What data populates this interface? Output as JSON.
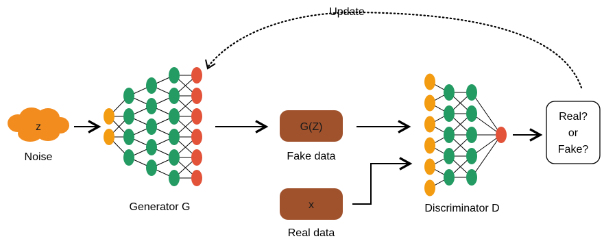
{
  "labels": {
    "update": "Update",
    "noise_z": "z",
    "noise": "Noise",
    "generator": "Generator G",
    "gz": "G(Z)",
    "fake_data": "Fake data",
    "x": "x",
    "real_data": "Real data",
    "discriminator": "Discriminator D",
    "out_real": "Real?",
    "out_or": "or",
    "out_fake": "Fake?"
  },
  "colors": {
    "input_node": "#f39c12",
    "hidden_node": "#239b63",
    "output_node": "#e2533a",
    "noise_cloud": "#f28c1e",
    "data_box": "#a0522d",
    "edge": "#000000"
  },
  "networks": {
    "generator": {
      "layers": [
        2,
        4,
        5,
        6,
        6
      ]
    },
    "discriminator": {
      "layers": [
        6,
        5,
        5,
        1
      ]
    }
  }
}
